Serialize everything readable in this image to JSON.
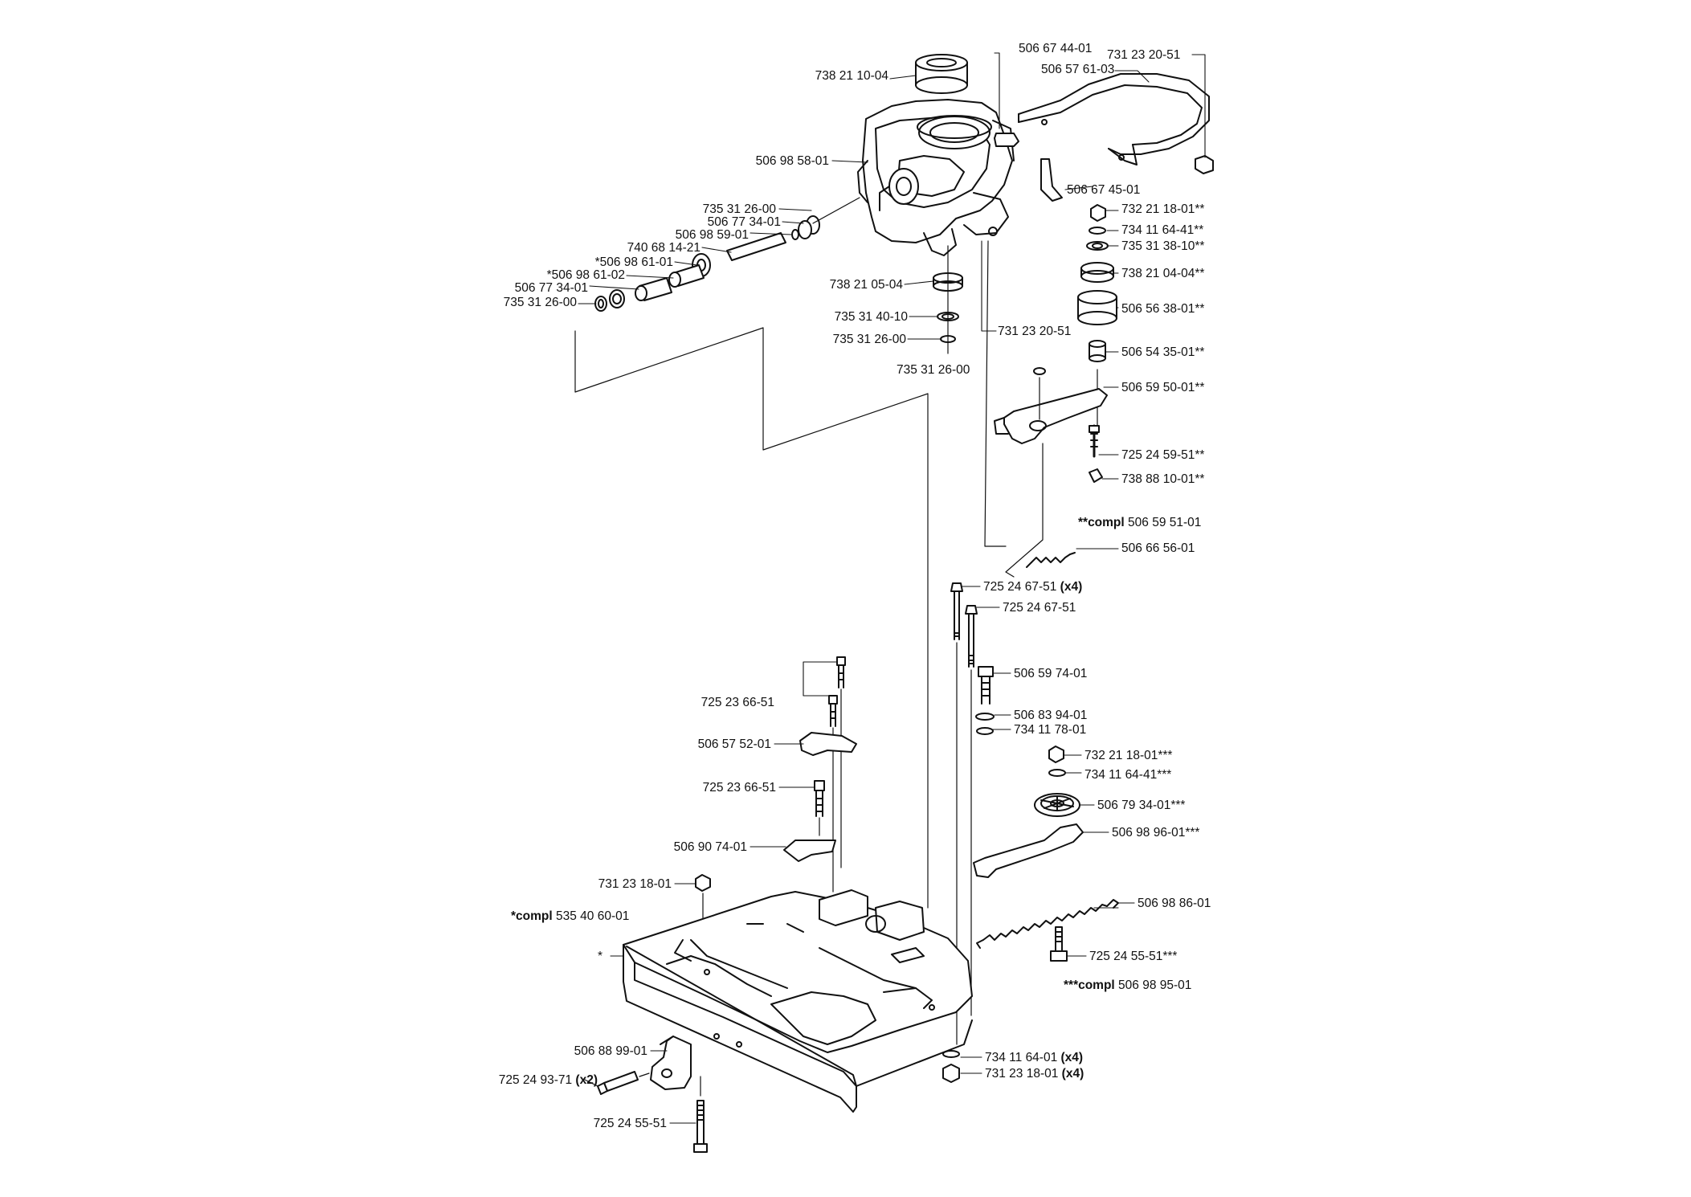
{
  "labels": {
    "l1": "738 21 10-04",
    "l2": "506 67 44-01",
    "l3": "731 23 20-51",
    "l4": "506 57 61-03",
    "l5": "506 98 58-01",
    "l6": "506 67 45-01",
    "l7": "735 31 26-00",
    "l8": "506 77 34-01",
    "l9": "506 98 59-01",
    "l10": "740 68 14-21",
    "l11": "*506 98 61-01",
    "l12": "*506 98 61-02",
    "l13": "506 77 34-01",
    "l14": "735 31 26-00",
    "l15": "732 21 18-01**",
    "l16": "734 11 64-41**",
    "l17": "735 31 38-10**",
    "l18": "738 21 04-04**",
    "l19": "738 21 05-04",
    "l20": "506 56 38-01**",
    "l21": "735 31 40-10",
    "l22": "731 23 20-51",
    "l23": "735 31 26-00",
    "l24": "506 54 35-01**",
    "l25": "735 31 26-00",
    "l26": "506 59 50-01**",
    "l27": "725 24 59-51**",
    "l28": "738 88 10-01**",
    "l29": "506 66 56-01",
    "l30": "725 24 67-51",
    "l31": "725 24 67-51",
    "l32": "725 23 66-51",
    "l33": "506 59 74-01",
    "l34": "506 83 94-01",
    "l35": "734 11 78-01",
    "l36": "506 57 52-01",
    "l37": "732 21 18-01***",
    "l38": "734 11 64-41***",
    "l39": "725 23 66-51",
    "l40": "506 79 34-01***",
    "l41": "506 98 96-01***",
    "l42": "506 90 74-01",
    "l43": "731 23 18-01",
    "l44": "506 98 86-01",
    "l45": "725 24 55-51***",
    "l46": "*",
    "l47": "506 88 99-01",
    "l48": "734 11 64-01",
    "l49": "731 23 18-01",
    "l50": "725 24 93-71",
    "l51": "725 24 55-51"
  },
  "qty": {
    "q30": " (x4)",
    "q48": " (x4)",
    "q49": " (x4)",
    "q50": " (x2)"
  },
  "notes": {
    "n1_prefix": "**compl",
    "n1_value": " 506 59 51-01",
    "n2_prefix": "*compl",
    "n2_value": " 535 40 60-01",
    "n3_prefix": "***compl",
    "n3_value": " 506 98 95-01"
  }
}
